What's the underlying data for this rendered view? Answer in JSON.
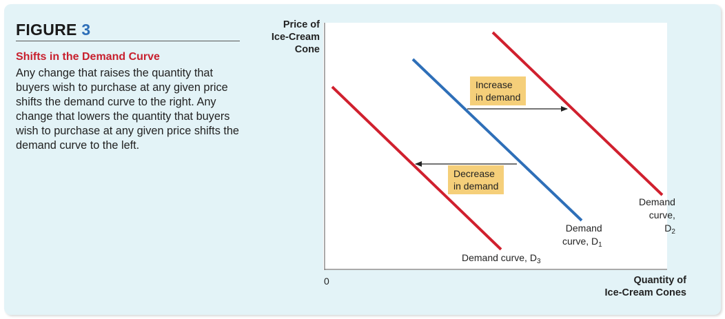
{
  "figure": {
    "label": "FIGURE",
    "number": "3",
    "title": "Shifts in the Demand Curve",
    "caption": "Any change that raises the quantity that buyers wish to purchase at any given price shifts the demand curve to the right. Any change that lowers the quantity that buyers wish to purchase at any given price shifts the demand curve to the left."
  },
  "axes": {
    "y_label_lines": [
      "Price of",
      "Ice-Cream",
      "Cone"
    ],
    "x_label_lines": [
      "Quantity of",
      "Ice-Cream Cones"
    ],
    "origin": "0"
  },
  "curves": {
    "d1": {
      "text": "Demand",
      "text2": "curve, D",
      "sub": "1",
      "color": "#2e6fb8"
    },
    "d2": {
      "text": "Demand",
      "text2": "curve, D",
      "sub": "2",
      "color": "#d0202e"
    },
    "d3": {
      "text": "Demand curve, D",
      "sub": "3",
      "color": "#d0202e"
    }
  },
  "callouts": {
    "increase": [
      "Increase",
      "in demand"
    ],
    "decrease": [
      "Decrease",
      "in demand"
    ]
  },
  "colors": {
    "panel": "#e3f3f7",
    "accent_blue": "#2e6fb8",
    "accent_red": "#c8202e",
    "callout": "#f5cf7a"
  }
}
